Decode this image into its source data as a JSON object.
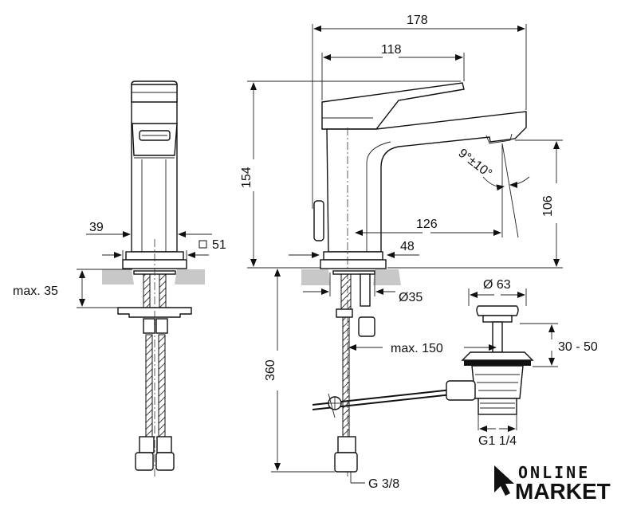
{
  "dimensions": {
    "width_total": "178",
    "lever_length": "118",
    "height_total": "154",
    "spout_height": "106",
    "spout_reach": "126",
    "base_offset": "48",
    "body_width": "39",
    "base_square": "51",
    "max_counter": "max. 35",
    "hole_diameter": "Ø35",
    "pop_up_diameter": "Ø 63",
    "pop_up_height": "30 - 50",
    "max_rod": "max. 150",
    "hose_length": "360",
    "waste_thread": "G1 1/4",
    "supply_thread": "G 3/8",
    "angle": "9°±10°"
  },
  "logo": {
    "line1": "ONLINE",
    "line2": "MARKET"
  }
}
